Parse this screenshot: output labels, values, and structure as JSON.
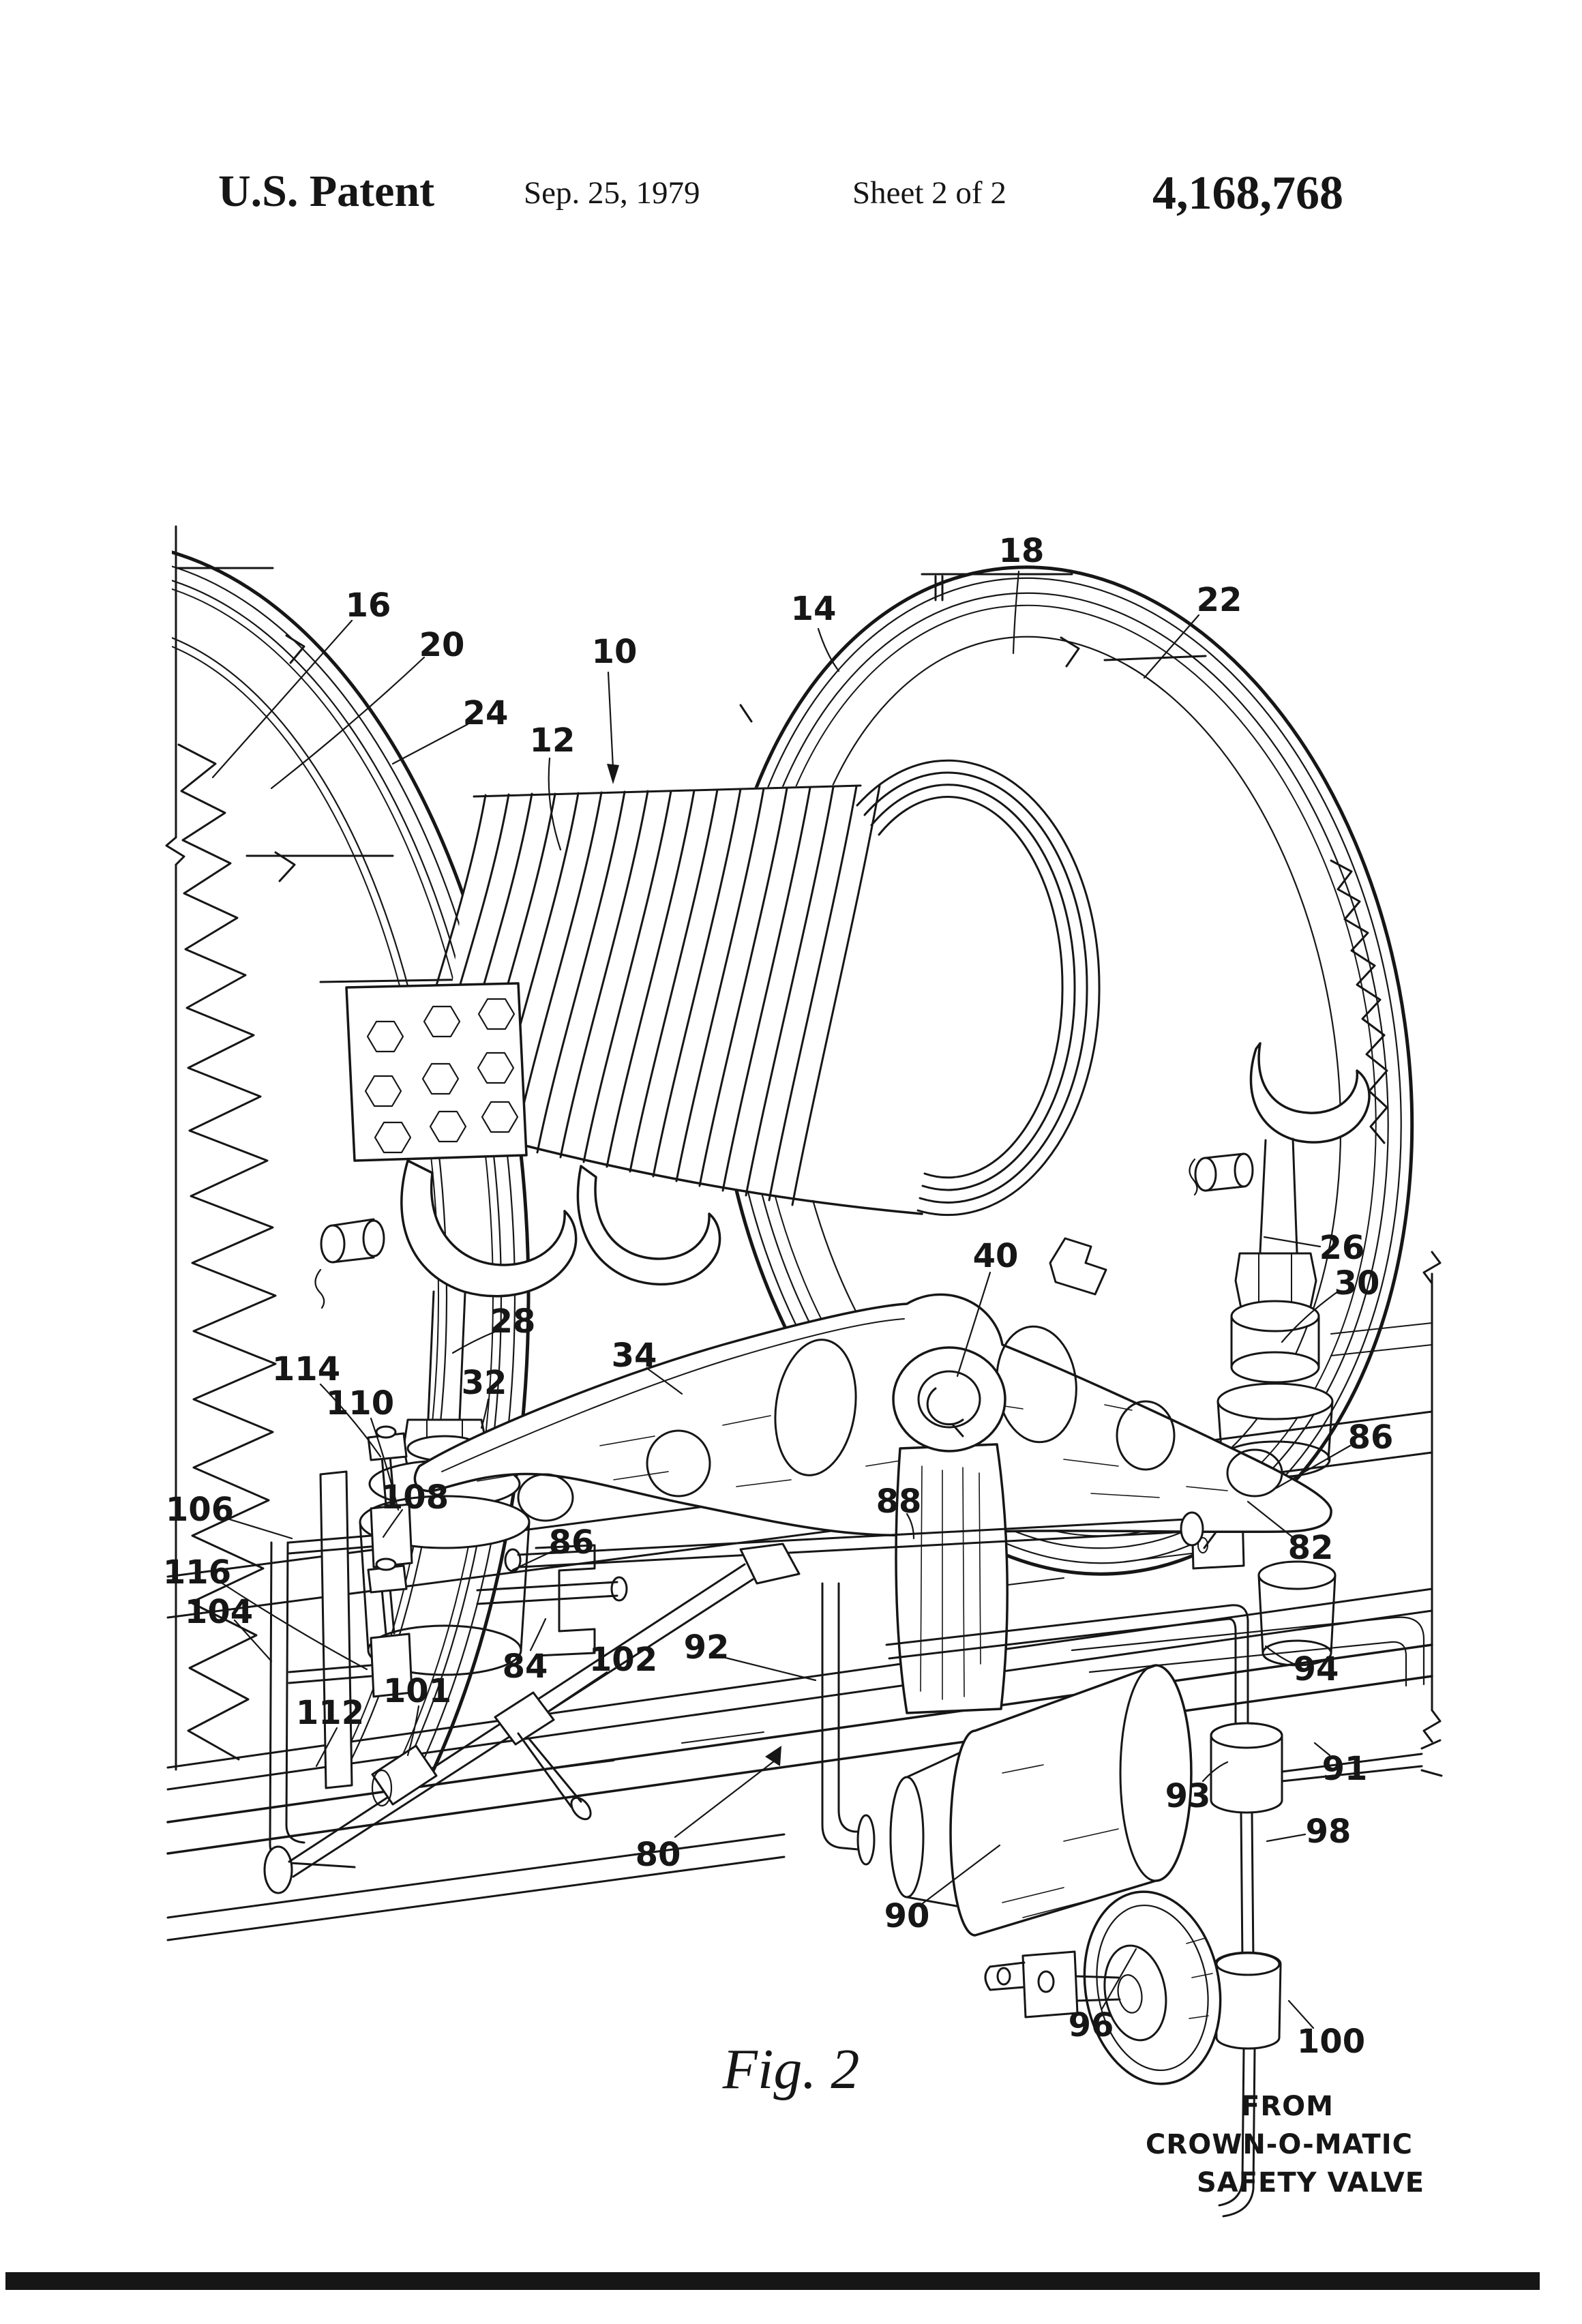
{
  "page": {
    "background": "#ffffff",
    "ink_color": "#161616"
  },
  "header": {
    "title": "U.S. Patent",
    "date": "Sep. 25, 1979",
    "sheet_info": "Sheet 2 of 2",
    "patent_number": "4,168,768"
  },
  "figure": {
    "caption": "Fig. 2",
    "source_note": {
      "line1": "FROM",
      "line2": "CROWN-O-MATIC",
      "line3": "SAFETY VALVE"
    },
    "reference_numerals": {
      "r10": "10",
      "r12": "12",
      "r14": "14",
      "r16": "16",
      "r18": "18",
      "r20": "20",
      "r22": "22",
      "r24": "24",
      "r26": "26",
      "r28": "28",
      "r30": "30",
      "r32": "32",
      "r34": "34",
      "r40": "40",
      "r80": "80",
      "r82": "82",
      "r84": "84",
      "r86": "86",
      "r88": "88",
      "r90": "90",
      "r91": "91",
      "r92": "92",
      "r93": "93",
      "r94": "94",
      "r96": "96",
      "r98": "98",
      "r100": "100",
      "r101": "101",
      "r102": "102",
      "r104": "104",
      "r106": "106",
      "r108": "108",
      "r110": "110",
      "r112": "112",
      "r114": "114",
      "r116": "116"
    }
  }
}
